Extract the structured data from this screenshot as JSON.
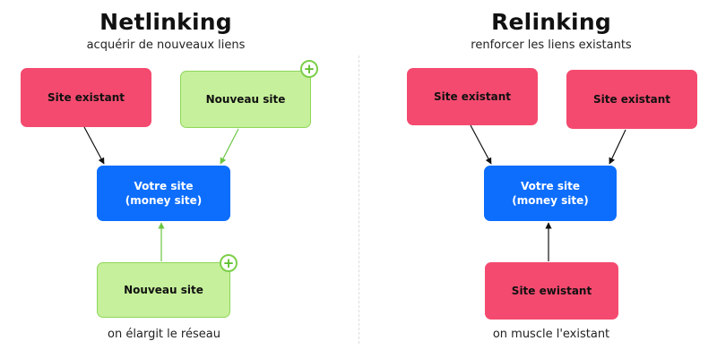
{
  "left": {
    "title": "Netlinking",
    "subtitle": "acquérir de nouveaux liens",
    "caption": "on élargit le réseau",
    "boxes": {
      "top_left": "Site existant",
      "top_right": "Nouveau site",
      "center_line1": "Votre site",
      "center_line2": "(money site)",
      "bottom": "Nouveau site"
    },
    "plus_symbol": "+"
  },
  "right": {
    "title": "Relinking",
    "subtitle": "renforcer les liens existants",
    "caption": "on muscle l'existant",
    "boxes": {
      "top_left": "Site existant",
      "top_right": "Site existant",
      "center_line1": "Votre site",
      "center_line2": "(money site)",
      "bottom": "Site ewistant"
    }
  },
  "colors": {
    "existing_site": "#f44a6f",
    "new_site": "#c6f09b",
    "money_site": "#0d6efd",
    "new_link_arrow": "#6cc644",
    "existing_link_arrow": "#111111"
  }
}
